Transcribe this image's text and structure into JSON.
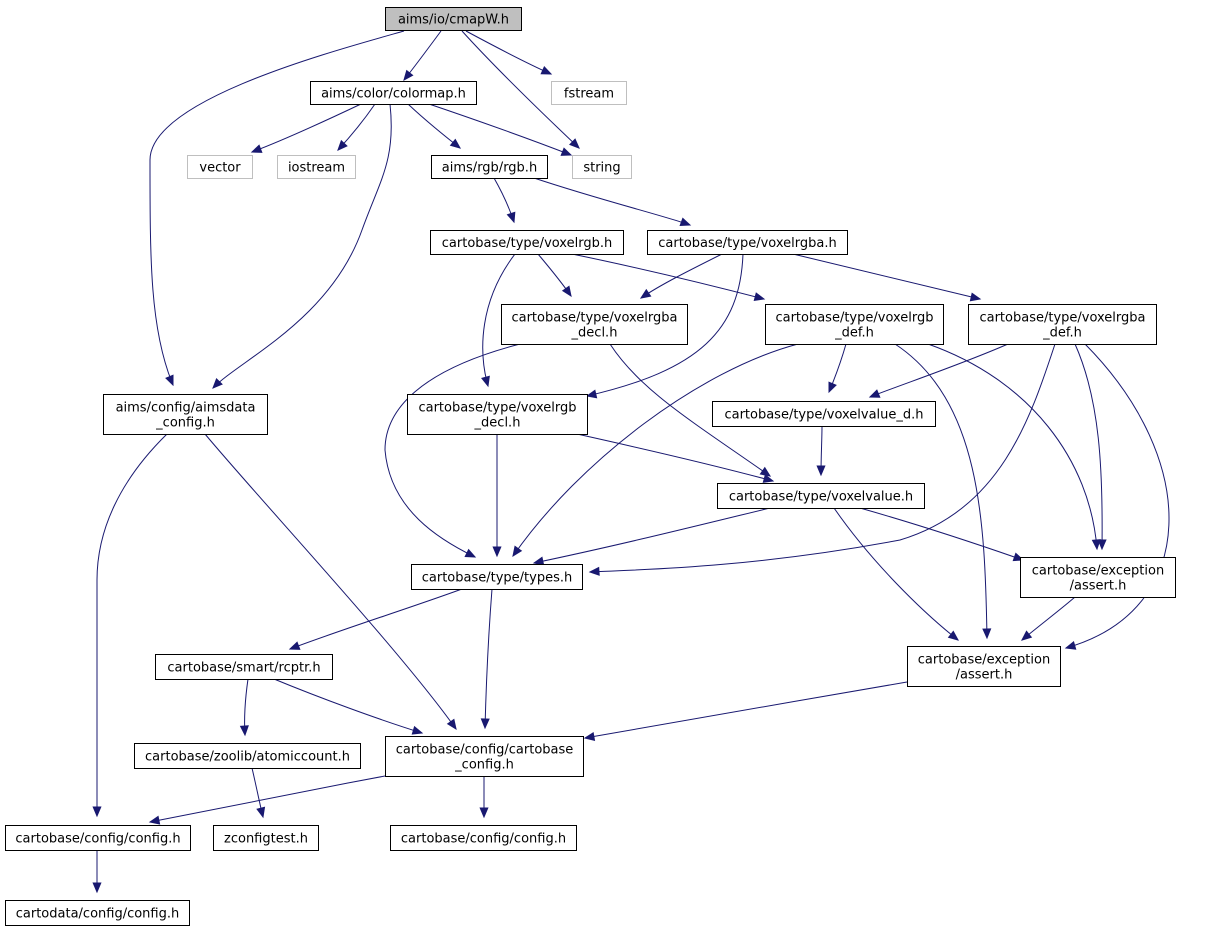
{
  "graph": {
    "title": "aims/io/cmapW.h",
    "colors": {
      "edge": "#191970",
      "node_border": "#000000",
      "external_node_border": "#bfbfbf",
      "root_fill": "#bfbfbf"
    },
    "nodes": [
      {
        "id": "cmapw",
        "lines": [
          "aims/io/cmapW.h"
        ],
        "kind": "root"
      },
      {
        "id": "colormap",
        "lines": [
          "aims/color/colormap.h"
        ],
        "kind": "file"
      },
      {
        "id": "fstream",
        "lines": [
          "fstream"
        ],
        "kind": "external"
      },
      {
        "id": "vector",
        "lines": [
          "vector"
        ],
        "kind": "external"
      },
      {
        "id": "iostream",
        "lines": [
          "iostream"
        ],
        "kind": "external"
      },
      {
        "id": "rgb",
        "lines": [
          "aims/rgb/rgb.h"
        ],
        "kind": "file"
      },
      {
        "id": "string",
        "lines": [
          "string"
        ],
        "kind": "external"
      },
      {
        "id": "voxelrgb",
        "lines": [
          "cartobase/type/voxelrgb.h"
        ],
        "kind": "file"
      },
      {
        "id": "voxelrgba",
        "lines": [
          "cartobase/type/voxelrgba.h"
        ],
        "kind": "file"
      },
      {
        "id": "voxelrgba_decl",
        "lines": [
          "cartobase/type/voxelrgba",
          "_decl.h"
        ],
        "kind": "file"
      },
      {
        "id": "voxelrgb_def",
        "lines": [
          "cartobase/type/voxelrgb",
          "_def.h"
        ],
        "kind": "file"
      },
      {
        "id": "voxelrgba_def",
        "lines": [
          "cartobase/type/voxelrgba",
          "_def.h"
        ],
        "kind": "file"
      },
      {
        "id": "aimsdata_config",
        "lines": [
          "aims/config/aimsdata",
          "_config.h"
        ],
        "kind": "file"
      },
      {
        "id": "voxelrgb_decl",
        "lines": [
          "cartobase/type/voxelrgb",
          "_decl.h"
        ],
        "kind": "file"
      },
      {
        "id": "voxelvalue_d",
        "lines": [
          "cartobase/type/voxelvalue_d.h"
        ],
        "kind": "file"
      },
      {
        "id": "voxelvalue",
        "lines": [
          "cartobase/type/voxelvalue.h"
        ],
        "kind": "file"
      },
      {
        "id": "types",
        "lines": [
          "cartobase/type/types.h"
        ],
        "kind": "file"
      },
      {
        "id": "assert1",
        "lines": [
          "cartobase/exception",
          "/assert.h"
        ],
        "kind": "file"
      },
      {
        "id": "rcptr",
        "lines": [
          "cartobase/smart/rcptr.h"
        ],
        "kind": "file"
      },
      {
        "id": "assert2",
        "lines": [
          "cartobase/exception",
          "/assert.h"
        ],
        "kind": "file"
      },
      {
        "id": "atomiccount",
        "lines": [
          "cartobase/zoolib/atomiccount.h"
        ],
        "kind": "file"
      },
      {
        "id": "cartobase_config",
        "lines": [
          "cartobase/config/cartobase",
          "_config.h"
        ],
        "kind": "file"
      },
      {
        "id": "config_left",
        "lines": [
          "cartobase/config/config.h"
        ],
        "kind": "file"
      },
      {
        "id": "zconfigtest",
        "lines": [
          "zconfigtest.h"
        ],
        "kind": "file"
      },
      {
        "id": "config_mid",
        "lines": [
          "cartobase/config/config.h"
        ],
        "kind": "file"
      },
      {
        "id": "cartodata_config",
        "lines": [
          "cartodata/config/config.h"
        ],
        "kind": "file"
      }
    ],
    "edges": [
      {
        "from": "cmapw",
        "to": "colormap"
      },
      {
        "from": "cmapw",
        "to": "fstream"
      },
      {
        "from": "cmapw",
        "to": "string"
      },
      {
        "from": "cmapw",
        "to": "aimsdata_config"
      },
      {
        "from": "colormap",
        "to": "vector"
      },
      {
        "from": "colormap",
        "to": "iostream"
      },
      {
        "from": "colormap",
        "to": "rgb"
      },
      {
        "from": "colormap",
        "to": "string"
      },
      {
        "from": "colormap",
        "to": "aimsdata_config"
      },
      {
        "from": "rgb",
        "to": "voxelrgb"
      },
      {
        "from": "rgb",
        "to": "voxelrgba"
      },
      {
        "from": "voxelrgb",
        "to": "voxelrgba_decl"
      },
      {
        "from": "voxelrgb",
        "to": "voxelrgb_def"
      },
      {
        "from": "voxelrgb",
        "to": "voxelrgb_decl"
      },
      {
        "from": "voxelrgba",
        "to": "voxelrgba_decl"
      },
      {
        "from": "voxelrgba",
        "to": "voxelrgba_def"
      },
      {
        "from": "voxelrgba",
        "to": "voxelrgb_decl"
      },
      {
        "from": "voxelrgba_decl",
        "to": "types"
      },
      {
        "from": "voxelrgba_decl",
        "to": "voxelvalue"
      },
      {
        "from": "voxelrgb_def",
        "to": "voxelvalue_d"
      },
      {
        "from": "voxelrgb_def",
        "to": "types"
      },
      {
        "from": "voxelrgb_def",
        "to": "assert1"
      },
      {
        "from": "voxelrgb_def",
        "to": "assert2"
      },
      {
        "from": "voxelrgba_def",
        "to": "voxelvalue_d"
      },
      {
        "from": "voxelrgba_def",
        "to": "types"
      },
      {
        "from": "voxelrgba_def",
        "to": "assert1"
      },
      {
        "from": "voxelrgba_def",
        "to": "assert2"
      },
      {
        "from": "aimsdata_config",
        "to": "config_left"
      },
      {
        "from": "aimsdata_config",
        "to": "cartobase_config"
      },
      {
        "from": "voxelrgb_decl",
        "to": "types"
      },
      {
        "from": "voxelrgb_decl",
        "to": "voxelvalue"
      },
      {
        "from": "voxelvalue_d",
        "to": "voxelvalue"
      },
      {
        "from": "voxelvalue",
        "to": "types"
      },
      {
        "from": "voxelvalue",
        "to": "assert1"
      },
      {
        "from": "voxelvalue",
        "to": "assert2"
      },
      {
        "from": "types",
        "to": "rcptr"
      },
      {
        "from": "types",
        "to": "cartobase_config"
      },
      {
        "from": "assert1",
        "to": "assert2"
      },
      {
        "from": "assert2",
        "to": "cartobase_config"
      },
      {
        "from": "rcptr",
        "to": "atomiccount"
      },
      {
        "from": "rcptr",
        "to": "cartobase_config"
      },
      {
        "from": "atomiccount",
        "to": "zconfigtest"
      },
      {
        "from": "cartobase_config",
        "to": "config_left"
      },
      {
        "from": "cartobase_config",
        "to": "config_mid"
      },
      {
        "from": "config_left",
        "to": "cartodata_config"
      }
    ]
  }
}
